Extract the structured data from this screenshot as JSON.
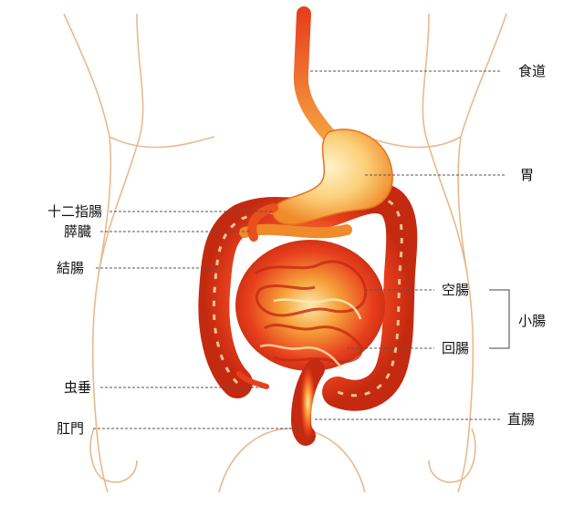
{
  "diagram": {
    "labels": {
      "shokudo": "食道",
      "i": "胃",
      "juunishichou": "十二指腸",
      "suizou": "膵臓",
      "ketchou": "結腸",
      "kuuchou": "空腸",
      "shouchou": "小腸",
      "kaichou": "回腸",
      "chuusui": "虫垂",
      "chokuchou": "直腸",
      "koumon": "肛門"
    },
    "colors": {
      "organ_red": "#e8401e",
      "organ_dark": "#c42a10",
      "organ_orange": "#f28a2a",
      "stomach_light": "#fbd98a",
      "highlight": "#fde9b0",
      "body_outline": "#e9b98f",
      "leader_line": "#555555"
    }
  }
}
